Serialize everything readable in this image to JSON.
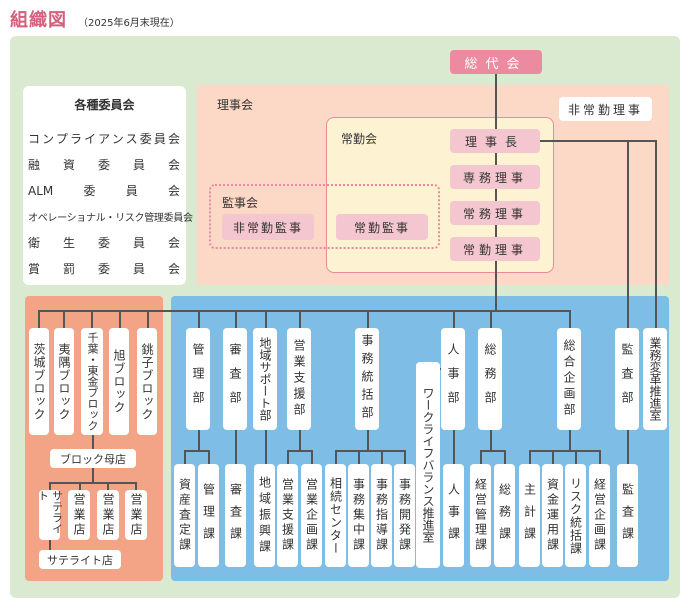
{
  "header": {
    "title": "組織図",
    "subtitle": "（2025年6月末現在）"
  },
  "committees": {
    "title": "各種委員会",
    "items": [
      "コンプライアンス委員会",
      "融資委員会",
      "ALM委員会",
      "オペレーショナル・リスク管理委員会",
      "衛生委員会",
      "賞罰委員会"
    ]
  },
  "top": {
    "soukai": "総代会",
    "rijikai": "理事会",
    "joukinkai": "常勤会",
    "kansakai": "監事会",
    "hijokin_riji": "非常勤理事",
    "hijokin_kanji": "非常勤監事",
    "joukin_kanji": "常勤監事",
    "rijichou": "理事長",
    "senmu": "専務理事",
    "joumu": "常務理事",
    "joukin_riji": "常勤理事"
  },
  "blocks": {
    "items": [
      "茨城ブロック",
      "夷隅ブロック",
      "千葉・東金ブロック",
      "旭ブロック",
      "銚子ブロック"
    ],
    "mother": "ブロック母店",
    "satellite": "サテライト",
    "eigyo": [
      "営業店",
      "営業店",
      "営業店"
    ],
    "satellite_store": "サテライト店"
  },
  "depts": {
    "items": [
      "管理部",
      "審査部",
      "地域サポート部",
      "営業支援部",
      "事務統括部",
      "人事部",
      "総務部",
      "総合企画部",
      "監査部",
      "業務変革推進室"
    ],
    "wlb": "ワークライフバランス推進室"
  },
  "sections": {
    "kanri": [
      "資産査定課",
      "管理課"
    ],
    "shinsa": [
      "審査課"
    ],
    "chiiki": [
      "地域振興課"
    ],
    "eigyo": [
      "営業支援課",
      "営業企画課"
    ],
    "jimu": [
      "相続センター",
      "事務集中課",
      "事務指導課",
      "事務開発課"
    ],
    "jinji": [
      "人事課"
    ],
    "soumu": [
      "経営管理課",
      "総務課"
    ],
    "kikaku": [
      "主計課",
      "資金運用課",
      "リスク統括課",
      "経営企画課"
    ],
    "kansa": [
      "監査課"
    ]
  }
}
